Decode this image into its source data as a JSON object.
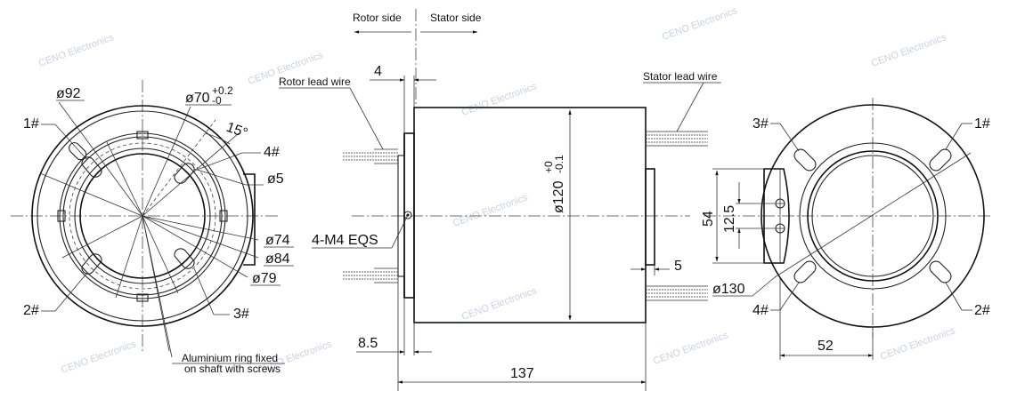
{
  "labels": {
    "rotor_side": "Rotor side",
    "stator_side": "Stator side",
    "rotor_lead_wire": "Rotor lead wire",
    "stator_lead_wire": "Stator lead wire",
    "aluminium_line1": "Aluminium ring fixed",
    "aluminium_line2": "on shaft with screws",
    "thread": "4-M4  EQS"
  },
  "dims": {
    "d92": "ø92",
    "d70": "ø70",
    "d70_tol_upper": "+0.2",
    "d70_tol_lower": "-0",
    "angle15": "15°",
    "d5": "ø5",
    "d74": "ø74",
    "d84": "ø84",
    "d79": "ø79",
    "d120": "ø120",
    "d120_tol_upper": "+0",
    "d120_tol_lower": "-0.1",
    "four": "4",
    "five": "5",
    "eight5": "8.5",
    "len137": "137",
    "d130": "ø130",
    "fiftyfour": "54",
    "twelve5": "12.5",
    "fiftytwo": "52"
  },
  "holes": {
    "left_1": "1#",
    "left_2": "2#",
    "left_3": "3#",
    "left_4": "4#",
    "right_1": "1#",
    "right_2": "2#",
    "right_3": "3#",
    "right_4": "4#"
  },
  "watermark": "CENO Electronics"
}
